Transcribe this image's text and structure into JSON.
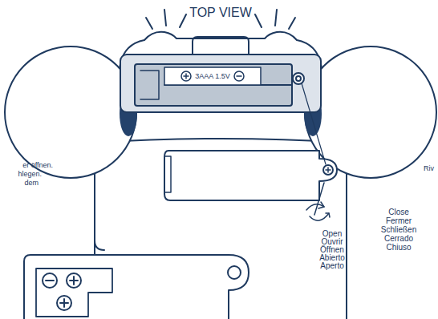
{
  "diagram": {
    "title": "TOP VIEW",
    "labels": [
      "3AAA 1.5V",
      "er öffnen.",
      "hlegen.",
      "dem",
      "Riv",
      "Close",
      "Fermer",
      "Schließen",
      "Cerrado",
      "Chiuso",
      "Open",
      "Ouvrir",
      "Öffnen",
      "Abierto",
      "Aperto"
    ]
  }
}
